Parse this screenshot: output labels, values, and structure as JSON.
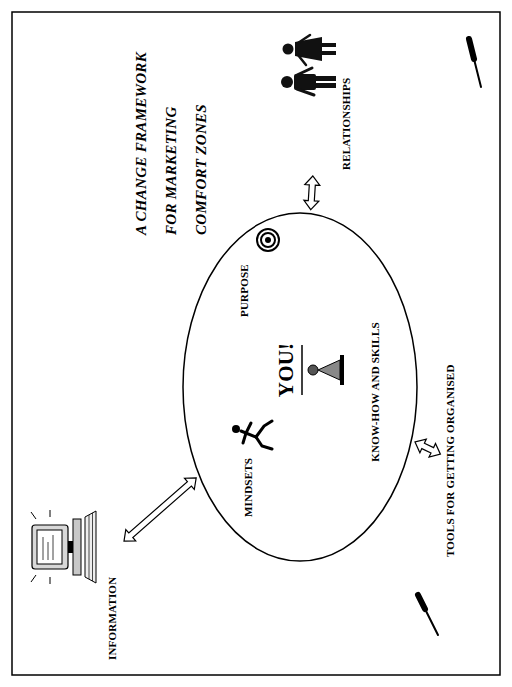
{
  "diagram": {
    "title": "A CHANGE FRAMEWORK FOR MARKETING COMFORT ZONES",
    "nodes": [
      {
        "text": [
          "INFORMATION"
        ]
      },
      {
        "text": [
          "MINDSETS",
          "YOU!",
          "PURPOSE",
          "KNOW-HOW AND SKILLS"
        ]
      },
      {
        "text": [
          "RELATIONSHIPS"
        ]
      },
      {
        "text": [
          "TOOLS FOR GETTING ORGANISED"
        ]
      }
    ],
    "edges": [
      {
        "from": 1,
        "to": 0,
        "arrow": "both"
      },
      {
        "from": 1,
        "to": 2,
        "arrow": "both"
      },
      {
        "from": 1,
        "to": 3,
        "arrow": "both"
      }
    ]
  }
}
